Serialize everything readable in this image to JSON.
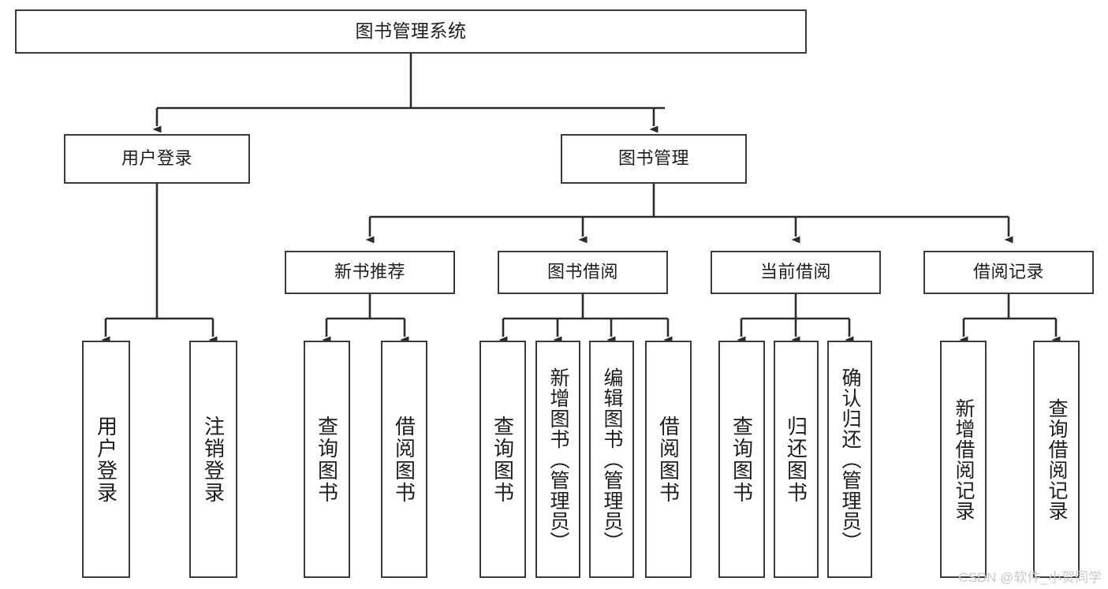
{
  "diagram": {
    "type": "tree-hierarchy",
    "title": "图书管理系统",
    "orientation": "top-down",
    "colors": {
      "box_border": "#3a3a3a",
      "box_fill": "#ffffff",
      "edge": "#2b2b2b",
      "text": "#1d1d1d",
      "watermark": "#c9c9c9",
      "background": "#ffffff"
    },
    "watermark": "CSDN @软件_小贺同学",
    "nodes": {
      "root": {
        "id": "root",
        "label": "图书管理系统",
        "level": 1,
        "orientation": "horizontal"
      },
      "level2": [
        {
          "id": "user-login",
          "label": "用户登录",
          "level": 2,
          "orientation": "horizontal"
        },
        {
          "id": "book-manage",
          "label": "图书管理",
          "level": 2,
          "orientation": "horizontal"
        }
      ],
      "level3": [
        {
          "id": "new-book-recommend",
          "label": "新书推荐",
          "level": 3,
          "orientation": "horizontal",
          "parent": "book-manage"
        },
        {
          "id": "book-borrow",
          "label": "图书借阅",
          "level": 3,
          "orientation": "horizontal",
          "parent": "book-manage"
        },
        {
          "id": "current-borrow",
          "label": "当前借阅",
          "level": 3,
          "orientation": "horizontal",
          "parent": "book-manage"
        },
        {
          "id": "borrow-record",
          "label": "借阅记录",
          "level": 3,
          "orientation": "horizontal",
          "parent": "book-manage"
        }
      ],
      "leaves": [
        {
          "id": "leaf-user-login",
          "label": "用户登录",
          "parent": "user-login",
          "orientation": "vertical"
        },
        {
          "id": "leaf-logout-login",
          "label": "注销登录",
          "parent": "user-login",
          "orientation": "vertical"
        },
        {
          "id": "leaf-query-book-1",
          "label": "查询图书",
          "parent": "new-book-recommend",
          "orientation": "vertical"
        },
        {
          "id": "leaf-borrow-book-1",
          "label": "借阅图书",
          "parent": "new-book-recommend",
          "orientation": "vertical"
        },
        {
          "id": "leaf-query-book-2",
          "label": "查询图书",
          "parent": "book-borrow",
          "orientation": "vertical"
        },
        {
          "id": "leaf-add-book",
          "label": "新增图书（管理员）",
          "parent": "book-borrow",
          "orientation": "vertical"
        },
        {
          "id": "leaf-edit-book",
          "label": "编辑图书（管理员）",
          "parent": "book-borrow",
          "orientation": "vertical"
        },
        {
          "id": "leaf-borrow-book-2",
          "label": "借阅图书",
          "parent": "book-borrow",
          "orientation": "vertical"
        },
        {
          "id": "leaf-query-book-3",
          "label": "查询图书",
          "parent": "current-borrow",
          "orientation": "vertical"
        },
        {
          "id": "leaf-return-book",
          "label": "归还图书",
          "parent": "current-borrow",
          "orientation": "vertical"
        },
        {
          "id": "leaf-confirm-return",
          "label": "确认归还（管理员）",
          "parent": "current-borrow",
          "orientation": "vertical"
        },
        {
          "id": "leaf-add-record",
          "label": "新增借阅记录",
          "parent": "borrow-record",
          "orientation": "vertical"
        },
        {
          "id": "leaf-query-record",
          "label": "查询借阅记录",
          "parent": "borrow-record",
          "orientation": "vertical"
        }
      ]
    }
  }
}
